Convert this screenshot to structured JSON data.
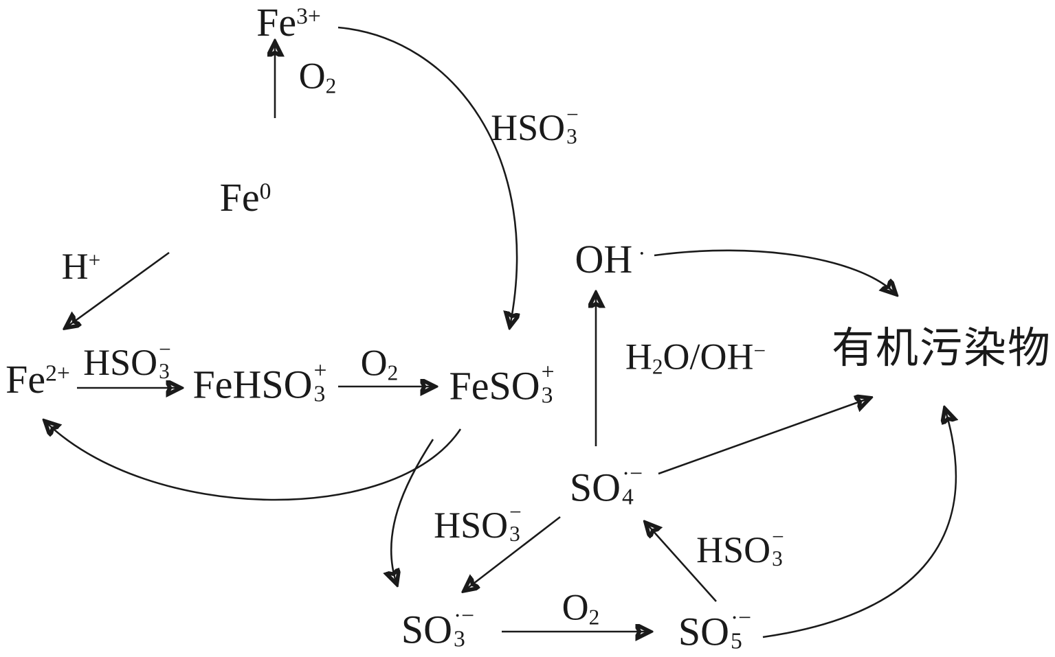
{
  "diagram": {
    "title": "iron-sulfite-radical reaction mechanism",
    "colors": {
      "ink": "#1a1a1a",
      "background": "#ffffff"
    },
    "nodes": {
      "fe3": {
        "base": "Fe",
        "sup": "3+"
      },
      "fe0": {
        "base": "Fe",
        "sup": "0"
      },
      "fe2": {
        "base": "Fe",
        "sup": "2+"
      },
      "fehso3": {
        "base": "FeHSO",
        "sub": "3",
        "sup": "+"
      },
      "feso3": {
        "base": "FeSO",
        "sub": "3",
        "sup": "+"
      },
      "oh": {
        "base": "OH",
        "sup": "·"
      },
      "so4": {
        "base": "SO",
        "sub": "4",
        "sup": "·−"
      },
      "so3": {
        "base": "SO",
        "sub": "3",
        "sup": "·−"
      },
      "so5": {
        "base": "SO",
        "sub": "5",
        "sup": "·−"
      },
      "pollutant": {
        "base": "有机污染物"
      }
    },
    "arrow_labels": {
      "o2_top": {
        "base": "O",
        "sub": "2"
      },
      "hso3_top": {
        "base": "HSO",
        "sub": "3",
        "sup": "−"
      },
      "h_plus": {
        "base": "H",
        "sup": "+"
      },
      "hso3_left": {
        "base": "HSO",
        "sub": "3",
        "sup": "−"
      },
      "o2_mid": {
        "base": "O",
        "sub": "2"
      },
      "h2o_oh": {
        "p1": "H",
        "sub1": "2",
        "p2": "O/OH",
        "sup2": "−"
      },
      "hso3_center": {
        "base": "HSO",
        "sub": "3",
        "sup": "−"
      },
      "o2_bottom": {
        "base": "O",
        "sub": "2"
      },
      "hso3_right": {
        "base": "HSO",
        "sub": "3",
        "sup": "−"
      }
    },
    "edges": [
      {
        "from": "Fe0",
        "to": "Fe3+",
        "label": "O2"
      },
      {
        "from": "Fe3+",
        "to": "FeSO3+",
        "label": "HSO3−"
      },
      {
        "from": "Fe0",
        "to": "Fe2+",
        "label": "H+"
      },
      {
        "from": "Fe2+",
        "to": "FeHSO3+",
        "label": "HSO3−"
      },
      {
        "from": "FeHSO3+",
        "to": "FeSO3+",
        "label": "O2"
      },
      {
        "from": "FeSO3+",
        "to": "Fe2+",
        "label": ""
      },
      {
        "from": "FeSO3+",
        "to": "SO3·−",
        "label": "HSO3−"
      },
      {
        "from": "SO4·−",
        "to": "SO3·−",
        "label": "HSO3−"
      },
      {
        "from": "SO4·−",
        "to": "OH·",
        "label": "H2O/OH−"
      },
      {
        "from": "OH·",
        "to": "有机污染物",
        "label": ""
      },
      {
        "from": "SO4·−",
        "to": "有机污染物",
        "label": ""
      },
      {
        "from": "SO3·−",
        "to": "SO5·−",
        "label": "O2"
      },
      {
        "from": "SO5·−",
        "to": "SO4·−",
        "label": "HSO3−"
      },
      {
        "from": "SO5·−",
        "to": "有机污染物",
        "label": ""
      }
    ]
  }
}
